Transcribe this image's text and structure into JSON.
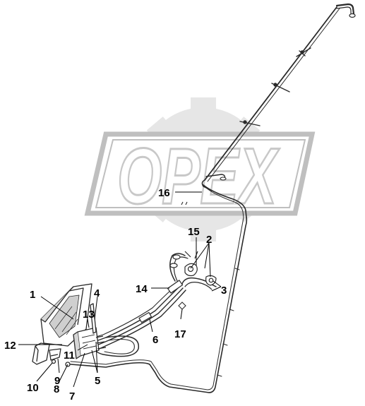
{
  "watermark": {
    "text": "OPEX",
    "color": "#d9d9d9"
  },
  "colors": {
    "line": "#2a2a2a",
    "part_fill": "#ffffff",
    "shade": "#bdbdbd"
  },
  "callouts": [
    {
      "id": "c1",
      "label": "1"
    },
    {
      "id": "c2",
      "label": "2"
    },
    {
      "id": "c3",
      "label": "3"
    },
    {
      "id": "c4",
      "label": "4"
    },
    {
      "id": "c5",
      "label": "5"
    },
    {
      "id": "c6",
      "label": "6"
    },
    {
      "id": "c7",
      "label": "7"
    },
    {
      "id": "c8",
      "label": "8"
    },
    {
      "id": "c9",
      "label": "9"
    },
    {
      "id": "c10",
      "label": "10"
    },
    {
      "id": "c11",
      "label": "11"
    },
    {
      "id": "c12",
      "label": "12"
    },
    {
      "id": "c13",
      "label": "13"
    },
    {
      "id": "c14",
      "label": "14"
    },
    {
      "id": "c15",
      "label": "15"
    },
    {
      "id": "c16",
      "label": "16"
    },
    {
      "id": "c17",
      "label": "17"
    }
  ]
}
